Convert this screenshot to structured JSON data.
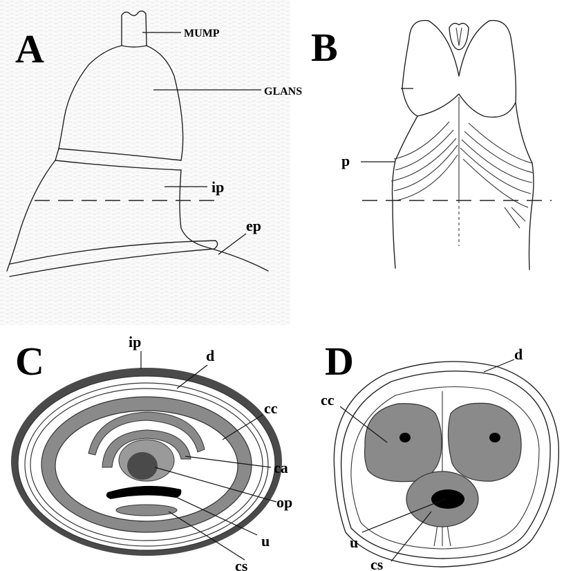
{
  "panels": {
    "A": {
      "letter": "A",
      "labels": {
        "mump": "MUMP",
        "glans": "GLANS",
        "ip": "ip",
        "ep": "ep"
      }
    },
    "B": {
      "letter": "B",
      "labels": {
        "p": "p"
      }
    },
    "C": {
      "letter": "C",
      "labels": {
        "ip": "ip",
        "d": "d",
        "cc": "cc",
        "ca": "ca",
        "op": "op",
        "u": "u",
        "cs": "cs"
      }
    },
    "D": {
      "letter": "D",
      "labels": {
        "d": "d",
        "cc": "cc",
        "u": "u",
        "cs": "cs"
      }
    }
  },
  "colors": {
    "ink": "#222222",
    "tissue_gray": "#8a8a8a",
    "dark_gray": "#4a4a4a",
    "black": "#000000",
    "paper_texture": "#eeeeee"
  }
}
